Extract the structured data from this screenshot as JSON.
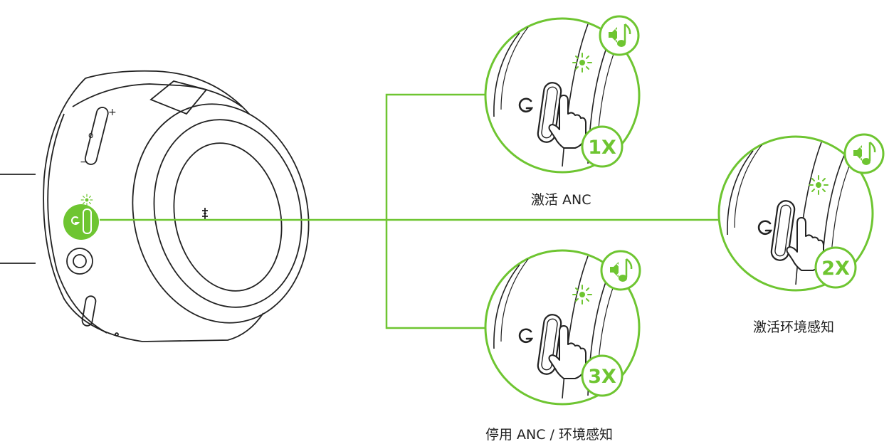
{
  "colors": {
    "accent": "#6ec531",
    "line": "#222222"
  },
  "icons": [
    "anc-button-icon",
    "headset-illustration",
    "speaker-music-icon",
    "pressing-finger-icon",
    "led-light-icon"
  ],
  "steps": [
    {
      "caption": "激活 ANC",
      "press_count": "1X"
    },
    {
      "caption": "激活环境感知",
      "press_count": "2X"
    },
    {
      "caption": "停用 ANC / 环境感知",
      "press_count": "3X"
    }
  ]
}
